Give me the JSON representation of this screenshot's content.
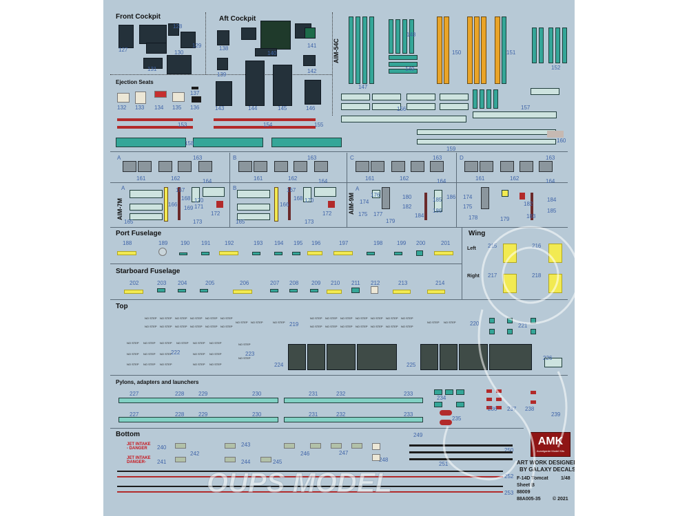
{
  "sections": {
    "front_cockpit": "Front Cockpit",
    "aft_cockpit": "Aft Cockpit",
    "ejection_seats": "Ejection Seats",
    "aim54c": "AIM-54C",
    "aim7m": "AIM-7M",
    "aim9m": "AIM-9M",
    "port_fuselage": "Port Fuselage",
    "starboard_fuselage": "Starboard Fuselage",
    "wing": "Wing",
    "wing_left": "Left",
    "wing_right": "Right",
    "top": "Top",
    "pylons": "Pylons, adapters and launchers",
    "bottom": "Bottom"
  },
  "variant_letters": [
    "A",
    "B",
    "C",
    "D"
  ],
  "aim7m_letters": [
    "A",
    "B"
  ],
  "decal_numbers": {
    "front": [
      "127",
      "128",
      "129",
      "130",
      "131"
    ],
    "aft": [
      "138",
      "139",
      "140",
      "141",
      "142",
      "143",
      "144",
      "145",
      "146"
    ],
    "seats": [
      "132",
      "133",
      "134",
      "135",
      "136",
      "137"
    ],
    "aim54": [
      "147",
      "148",
      "149",
      "150",
      "151",
      "152",
      "156",
      "157",
      "159",
      "160"
    ],
    "stripes": [
      "153",
      "154",
      "155",
      "158"
    ],
    "row1": [
      "161",
      "162",
      "163",
      "164"
    ],
    "aim7": [
      "165",
      "166",
      "167",
      "168",
      "169",
      "170",
      "171",
      "172",
      "173"
    ],
    "aim9": [
      "174",
      "175",
      "176",
      "177",
      "178",
      "179",
      "180",
      "181",
      "182",
      "183",
      "184",
      "185",
      "186"
    ],
    "port": [
      "188",
      "189",
      "190",
      "191",
      "192",
      "193",
      "194",
      "195",
      "196",
      "197",
      "198",
      "199",
      "200",
      "201"
    ],
    "starboard": [
      "202",
      "203",
      "204",
      "205",
      "206",
      "207",
      "208",
      "209",
      "210",
      "211",
      "212",
      "213",
      "214"
    ],
    "wing": [
      "215",
      "216",
      "217",
      "218"
    ],
    "top": [
      "219",
      "220",
      "221",
      "222",
      "223",
      "224",
      "225",
      "226"
    ],
    "pylons": [
      "227",
      "228",
      "229",
      "230",
      "231",
      "232",
      "233",
      "234",
      "235",
      "236",
      "237",
      "238",
      "239"
    ],
    "bottom": [
      "240",
      "241",
      "242",
      "243",
      "244",
      "245",
      "246",
      "247",
      "248",
      "249",
      "250",
      "251",
      "252",
      "253"
    ]
  },
  "placards": {
    "no_step": "NO STEP",
    "jet_intake_1": "JET INTAKE",
    "danger_1": "- DANGER",
    "jet_intake_2": "JET INTAKE",
    "danger_2": "DANGER-"
  },
  "brand": {
    "logo": "AMK",
    "logo_tagline": "Avantgarde Model Kits",
    "artwork_line1": "ART WORK DESIGNED",
    "artwork_line2": "BY GALAXY DECALS"
  },
  "sheet_info": {
    "model": "F-14D Tomcat",
    "scale": "1/48",
    "sheet": "Sheet B",
    "kit_no": "88009",
    "decal_code": "88A005-35",
    "copyright": "© 2021"
  },
  "watermark": "OUPS MODEL",
  "colors": {
    "sheet_bg": "#b7c9d6",
    "decal_teal": "#35a698",
    "stencil_yellow": "#f2ea52",
    "band_orange": "#e9a428",
    "stripe_red": "#b22a2a",
    "label_blue": "#3f64a8",
    "amk_red": "#c8151c"
  }
}
